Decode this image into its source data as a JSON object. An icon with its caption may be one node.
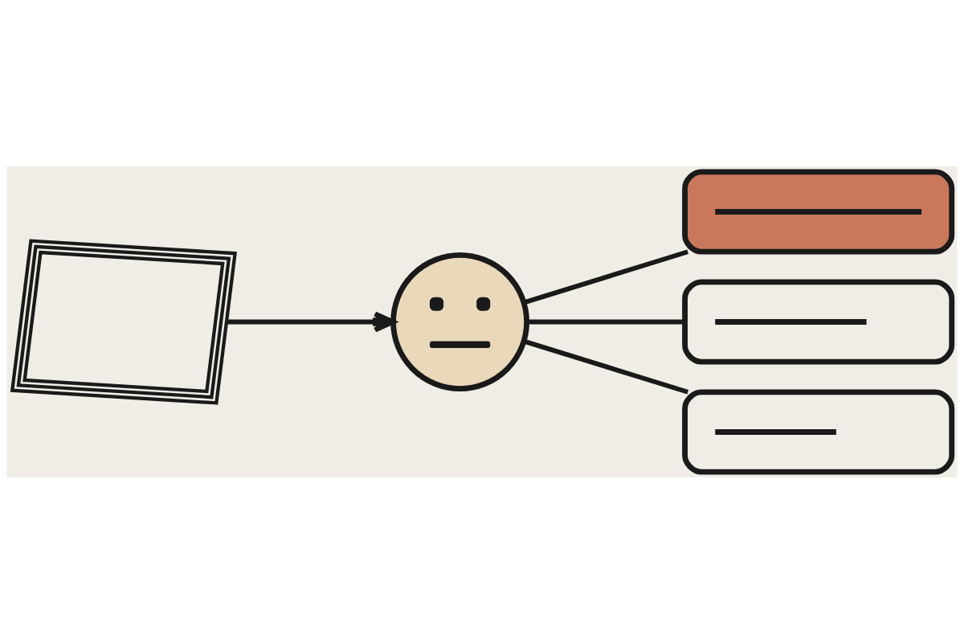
{
  "diagram": {
    "nodes": [
      {
        "text": [],
        "shape": "picture"
      },
      {
        "text": [],
        "shape": "circle"
      },
      {
        "text": [],
        "shape": "box"
      },
      {
        "text": [],
        "shape": "box"
      },
      {
        "text": [],
        "shape": "box"
      }
    ],
    "edges": [
      {
        "from": 0,
        "to": 1,
        "arrow": "to"
      },
      {
        "from": 1,
        "to": 2,
        "arrow": "none"
      },
      {
        "from": 1,
        "to": 3,
        "arrow": "none"
      },
      {
        "from": 1,
        "to": 4,
        "arrow": "none"
      }
    ]
  }
}
